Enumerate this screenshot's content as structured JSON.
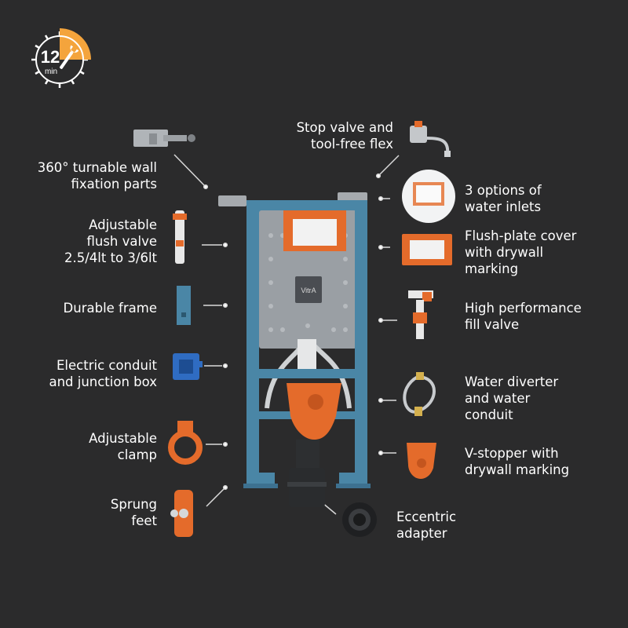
{
  "timer": {
    "value": "12",
    "unit": "min",
    "fraction": 0.25
  },
  "labels_left": [
    "360° turnable wall\nfixation parts",
    "Adjustable\nflush valve\n2.5/4lt to 3/6lt",
    "Durable frame",
    "Electric conduit\nand junction box",
    "Adjustable\nclamp",
    "Sprung\nfeet"
  ],
  "labels_right": [
    "Stop valve and\ntool-free flex",
    "3 options of\nwater inlets",
    "Flush-plate cover\nwith drywall\nmarking",
    "High performance\nfill valve",
    "Water diverter\nand water\nconduit",
    "V-stopper with\ndrywall marking",
    "Eccentric\nadapter"
  ],
  "brand": "VitrA",
  "colors": {
    "background": "#2b2b2c",
    "frame": "#4a86a6",
    "accent": "#e46b2b",
    "timer": "#f4a43c",
    "panel": "#9a9fa4"
  }
}
